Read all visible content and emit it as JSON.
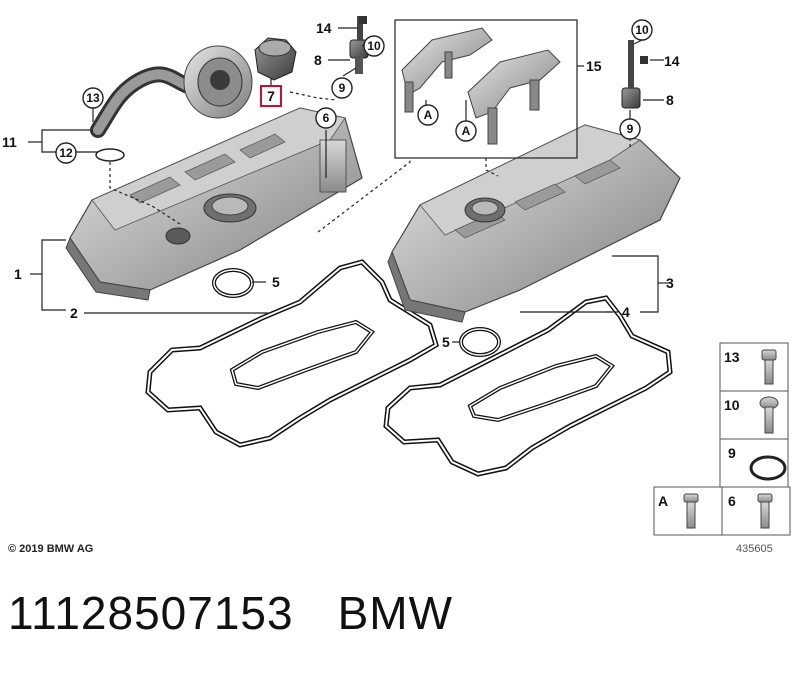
{
  "copyright": "© 2019 BMW AG",
  "diagram_ref": "435605",
  "part_number": "11128507153",
  "brand": "BMW",
  "highlighted_callout": "7",
  "callouts": {
    "c1": "1",
    "c2": "2",
    "c3": "3",
    "c4": "4",
    "c5a": "5",
    "c5b": "5",
    "c6": "6",
    "c7": "7",
    "c8a": "8",
    "c8b": "8",
    "c9a": "9",
    "c9b": "9",
    "c10a": "10",
    "c10b": "10",
    "c11": "11",
    "c12": "12",
    "c13": "13",
    "c14a": "14",
    "c14b": "14",
    "c15": "15",
    "cA1": "A",
    "cA2": "A"
  },
  "legend": [
    "13",
    "10",
    "9",
    "A",
    "6"
  ]
}
